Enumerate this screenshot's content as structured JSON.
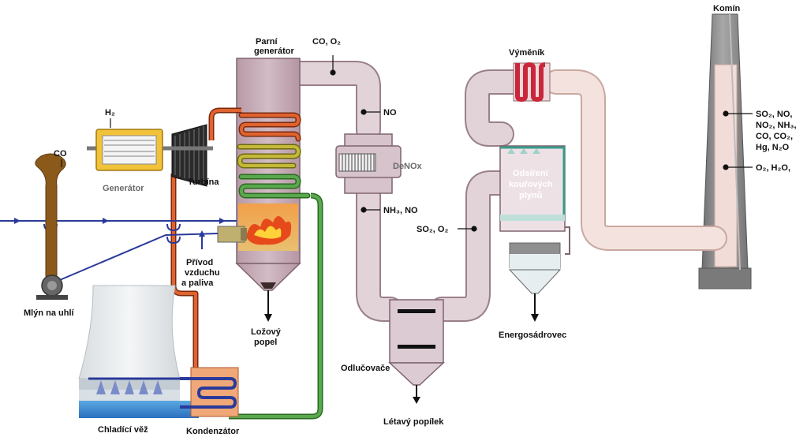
{
  "labels": {
    "komin": "Komín",
    "vymenik": "Výměník",
    "parni_1": "Parní",
    "parni_2": "generátor",
    "co_o2_top": "CO, O₂",
    "no": "NO",
    "denox": "DeNOx",
    "nh3_no": "NH₃, NO",
    "so2_o2": "SO₂, O₂",
    "odsireni_1": "Odsíření",
    "odsireni_2": "kouřových",
    "odsireni_3": "plynů",
    "energosadrovec": "Energosádrovec",
    "odlucovace": "Odlučovače",
    "letavy_popilek": "Létavý popílek",
    "lozovy_1": "Ložový",
    "lozovy_2": "popel",
    "privod_1": "Přívod",
    "privod_2": "vzduchu",
    "privod_3": "a paliva",
    "turbina": "Turbína",
    "generator": "Generátor",
    "h2": "H₂",
    "co_mill": "CO",
    "mlyn": "Mlýn na uhlí",
    "chladici": "Chladící věž",
    "kondenzator": "Kondenzátor",
    "stack_1": "SO₂, NO,",
    "stack_2": "NO₂, NH₃,",
    "stack_3": "CO, CO₂,",
    "stack_4": "Hg, N₂O",
    "stack_5": "O₂, H₂O,"
  },
  "colors": {
    "flue_duct": "#d6c0c8",
    "flue_fill": "#e9dde3",
    "steam_red": "#d0522a",
    "water_green": "#5aa84e",
    "coal_blue": "#2a3a9a",
    "chimney_grey": "#8f8f8f",
    "boiler": "#c4a8b2",
    "exchanger_red": "#c8283a"
  }
}
